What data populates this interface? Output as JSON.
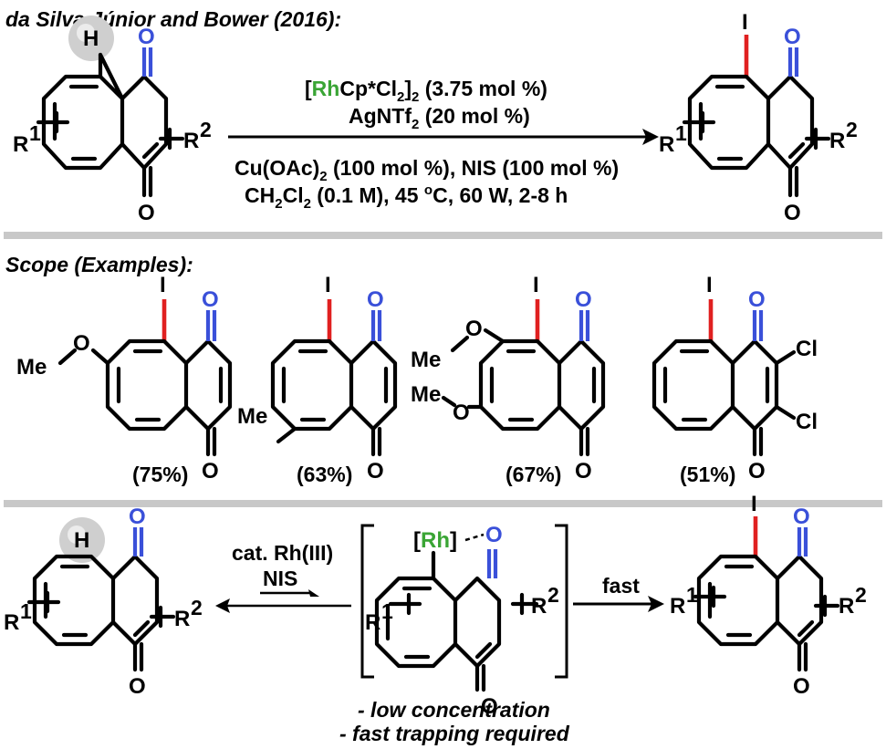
{
  "header": {
    "title": "da Silva Júnior and Bower (2016):"
  },
  "colors": {
    "rhodium": "#3aa535",
    "carbonyl": "#3a50d9",
    "iodo_bond": "#e02020",
    "divider": "#c8c8c8",
    "h_ball": "#cfcfcf"
  },
  "atoms": {
    "H": "H",
    "O": "O",
    "I": "I",
    "R1": "R",
    "R2": "R",
    "sup1": "1",
    "sup2": "2",
    "Cl": "Cl",
    "Me": "Me",
    "Rh": "Rh"
  },
  "conditions": {
    "l1_bracket_open": "[",
    "l1_rh": "Rh",
    "l1_rest": "Cp*Cl",
    "l1_sub": "2",
    "l1_close": "]",
    "l1_sub2": "2",
    "l1_tail": " (3.75 mol %)",
    "l2_main": "AgNTf",
    "l2_sub": "2",
    "l2_tail": " (20 mol %)",
    "l3_main": "Cu(OAc)",
    "l3_sub": "2",
    "l3_tail": " (100 mol %), NIS (100 mol %)",
    "l4_main": "CH",
    "l4_sub1": "2",
    "l4_mid": "Cl",
    "l4_sub2": "2",
    "l4_tail1": " (0.1 M), 45 ",
    "l4_sup": "o",
    "l4_tail2": "C, 60 W, 2-8 h"
  },
  "scope": {
    "title": "Scope (Examples):",
    "yields": [
      "(75%)",
      "(63%)",
      "(67%)",
      "(51%)"
    ]
  },
  "mechanism": {
    "cat": "cat. Rh(III)",
    "nis": "NIS",
    "fast": "fast",
    "note1": "- low concentration",
    "note2": "- fast trapping required"
  }
}
